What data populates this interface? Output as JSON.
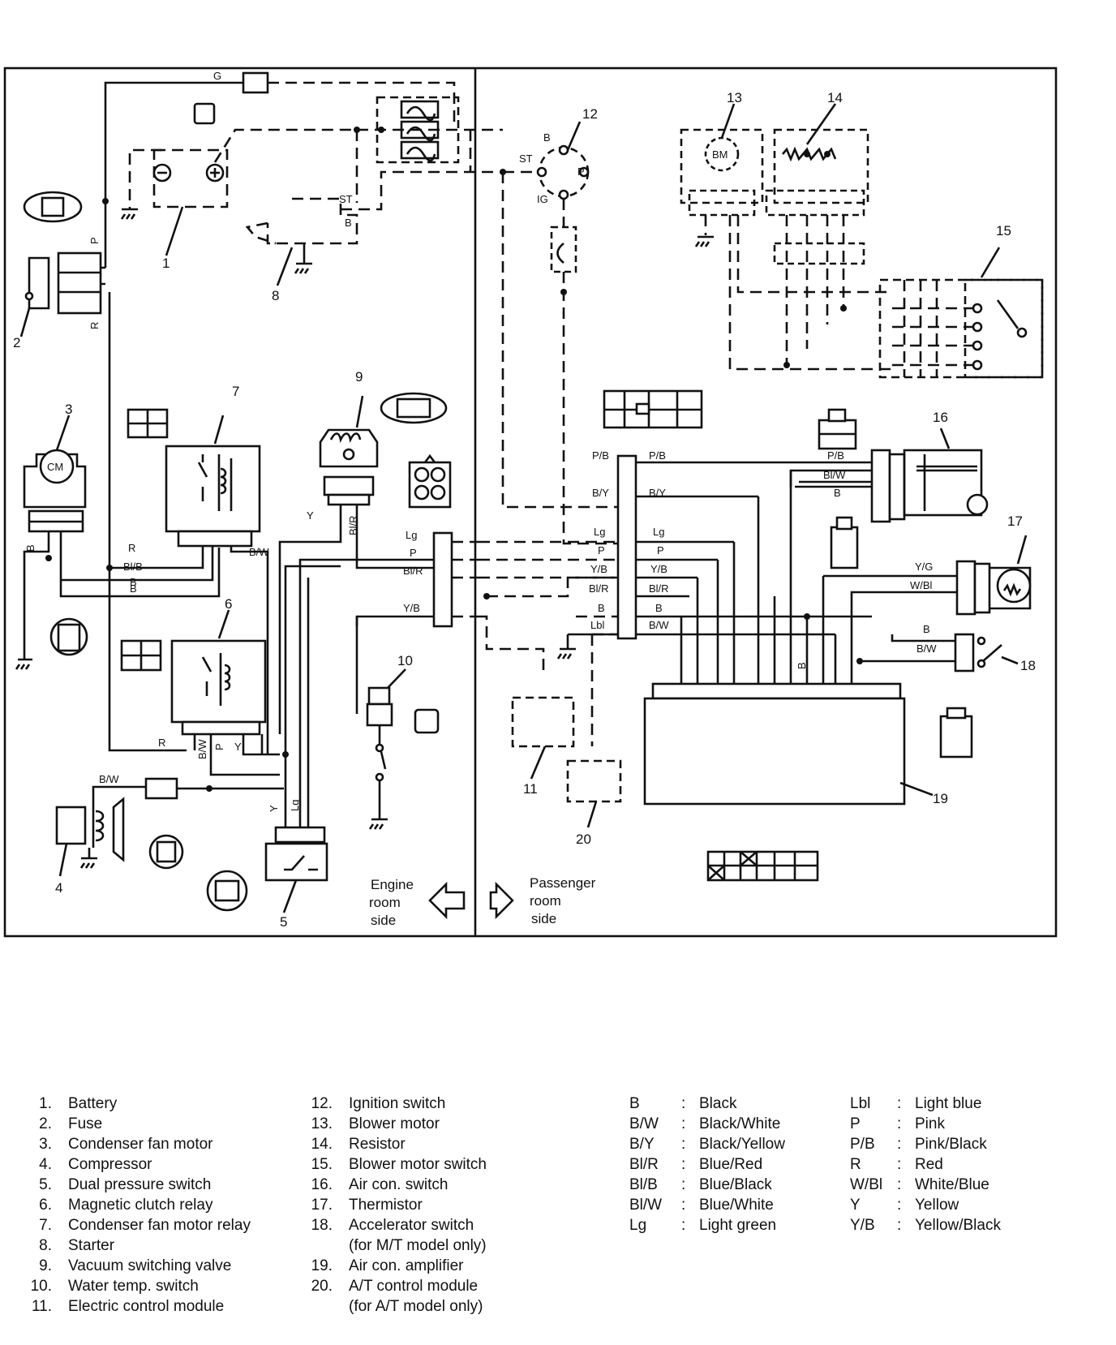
{
  "diagram": {
    "wire_codes": [
      "G",
      "P",
      "R",
      "B",
      "B",
      "R",
      "Bl/B",
      "B",
      "B/W",
      "R",
      "B/W",
      "P",
      "Y",
      "B/W",
      "Y",
      "Lg",
      "Y",
      "Bl/R",
      "Lg",
      "P",
      "Bl/R",
      "Y/B",
      "P/B",
      "B/Y",
      "Lg",
      "P",
      "Y/B",
      "Bl/R",
      "B",
      "Lbl",
      "P/B",
      "B/Y",
      "Lg",
      "P",
      "Y/B",
      "Bl/R",
      "B",
      "B/W",
      "P/B",
      "Bl/W",
      "B",
      "Y/G",
      "W/Bl",
      "B",
      "B/W",
      "B",
      "ST",
      "B",
      "B",
      "ST",
      "IG",
      "P",
      "BM",
      "CM"
    ],
    "component_numbers": [
      "1",
      "2",
      "3",
      "4",
      "5",
      "6",
      "7",
      "8",
      "9",
      "10",
      "11",
      "12",
      "13",
      "14",
      "15",
      "16",
      "17",
      "18",
      "19",
      "20"
    ],
    "side_labels": {
      "engine_room": [
        "Engine",
        "room",
        "side"
      ],
      "passenger_room": [
        "Passenger",
        "room",
        "side"
      ]
    }
  },
  "legend": {
    "components": [
      {
        "num": "1.",
        "text": "Battery"
      },
      {
        "num": "2.",
        "text": "Fuse"
      },
      {
        "num": "3.",
        "text": "Condenser fan motor"
      },
      {
        "num": "4.",
        "text": "Compressor"
      },
      {
        "num": "5.",
        "text": "Dual pressure switch"
      },
      {
        "num": "6.",
        "text": "Magnetic clutch relay"
      },
      {
        "num": "7.",
        "text": "Condenser fan motor relay"
      },
      {
        "num": "8.",
        "text": "Starter"
      },
      {
        "num": "9.",
        "text": "Vacuum switching valve"
      },
      {
        "num": "10.",
        "text": "Water temp. switch"
      },
      {
        "num": "11.",
        "text": "Electric control module"
      }
    ],
    "components2": [
      {
        "num": "12.",
        "text": "Ignition switch"
      },
      {
        "num": "13.",
        "text": "Blower motor"
      },
      {
        "num": "14.",
        "text": "Resistor"
      },
      {
        "num": "15.",
        "text": "Blower motor switch"
      },
      {
        "num": "16.",
        "text": "Air con. switch"
      },
      {
        "num": "17.",
        "text": "Thermistor"
      },
      {
        "num": "18.",
        "text": "Accelerator switch"
      },
      {
        "num": "",
        "text": "(for M/T model only)"
      },
      {
        "num": "19.",
        "text": "Air con. amplifier"
      },
      {
        "num": "20.",
        "text": "A/T control module"
      },
      {
        "num": "",
        "text": "(for A/T model only)"
      }
    ],
    "colors1": [
      {
        "code": "B",
        "name": "Black"
      },
      {
        "code": "B/W",
        "name": "Black/White"
      },
      {
        "code": "B/Y",
        "name": "Black/Yellow"
      },
      {
        "code": "Bl/R",
        "name": "Blue/Red"
      },
      {
        "code": "Bl/B",
        "name": "Blue/Black"
      },
      {
        "code": "Bl/W",
        "name": "Blue/White"
      },
      {
        "code": "Lg",
        "name": "Light green"
      }
    ],
    "colors2": [
      {
        "code": "Lbl",
        "name": "Light blue"
      },
      {
        "code": "P",
        "name": "Pink"
      },
      {
        "code": "P/B",
        "name": "Pink/Black"
      },
      {
        "code": "R",
        "name": "Red"
      },
      {
        "code": "W/Bl",
        "name": "White/Blue"
      },
      {
        "code": "Y",
        "name": "Yellow"
      },
      {
        "code": "Y/B",
        "name": "Yellow/Black"
      }
    ]
  }
}
